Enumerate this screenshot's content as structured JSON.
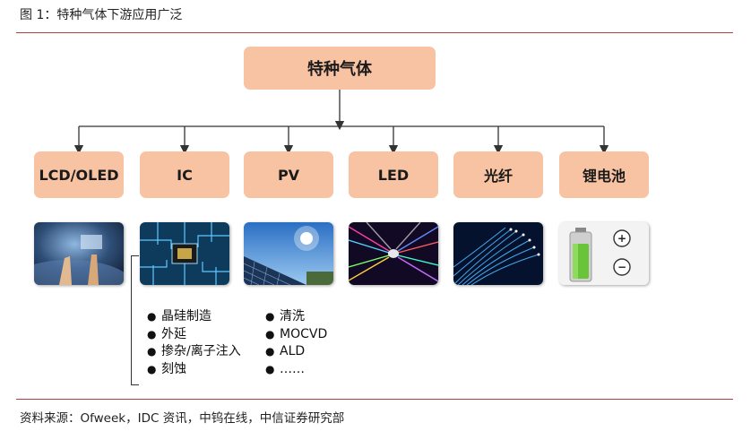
{
  "figure_title": "图 1：特种气体下游应用广泛",
  "root_label": "特种气体",
  "categories": [
    "LCD/OLED",
    "IC",
    "PV",
    "LED",
    "光纤",
    "锂电池"
  ],
  "ic_processes_left": [
    "晶硅制造",
    "外延",
    "掺杂/离子注入",
    "刻蚀"
  ],
  "ic_processes_right": [
    "清洗",
    "MOCVD",
    "ALD",
    "……"
  ],
  "bullet_glyph": "●",
  "battery_signs": {
    "plus": "+",
    "minus": "−"
  },
  "source_note": "资料来源：Ofweek，IDC 资讯，中钨在线，中信证券研究部",
  "colors": {
    "box_fill": "#f8c3a3",
    "rule": "#b0413e",
    "connector": "#333333"
  }
}
